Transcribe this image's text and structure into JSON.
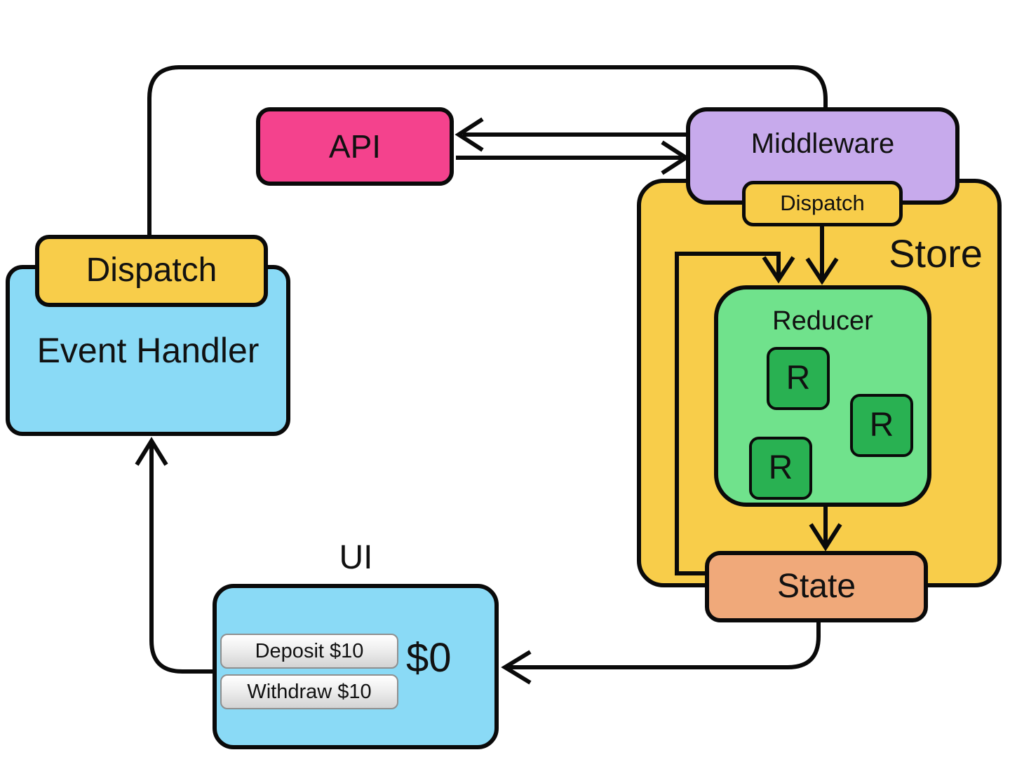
{
  "nodes": {
    "api": {
      "label": "API"
    },
    "middleware": {
      "label": "Middleware"
    },
    "store": {
      "label": "Store"
    },
    "store_dispatch": {
      "label": "Dispatch"
    },
    "reducer": {
      "label": "Reducer",
      "chips": [
        "R",
        "R",
        "R"
      ]
    },
    "state": {
      "label": "State"
    },
    "event_handler": {
      "label": "Event Handler"
    },
    "event_dispatch": {
      "label": "Dispatch"
    },
    "ui": {
      "label": "UI",
      "balance": "$0",
      "buttons": [
        "Deposit $10",
        "Withdraw $10"
      ]
    }
  },
  "colors": {
    "api_pink": "#F4428D",
    "middleware_purple": "#C7AAEC",
    "store_yellow": "#F8CD4A",
    "reducer_green": "#70E28C",
    "reducer_chip_green": "#29B152",
    "state_orange": "#F0A97A",
    "panel_blue": "#8ADAF6",
    "line_black": "#0A0A0A"
  }
}
